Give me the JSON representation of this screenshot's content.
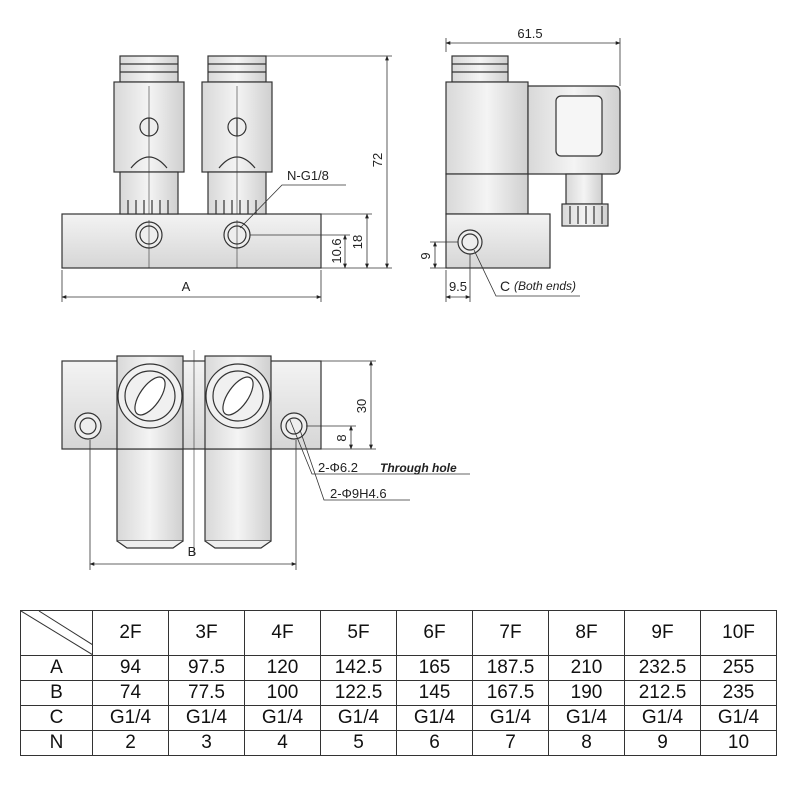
{
  "top_view_labels": {
    "dim_a": "A",
    "dim_72": "72",
    "dim_18": "18",
    "dim_10_6": "10.6",
    "port_n": "N-G1/8"
  },
  "side_view_labels": {
    "dim_61_5": "61.5",
    "dim_9": "9",
    "dim_9_5": "9.5",
    "port_c": "C",
    "port_c_note": "(Both ends)"
  },
  "front_view_labels": {
    "dim_b": "B",
    "dim_30": "30",
    "dim_8": "8",
    "through_hole_size": "2-Φ6.2",
    "through_hole_note": "Through hole",
    "counterbore": "2-Φ9H4.6"
  },
  "table": {
    "columns": [
      "2F",
      "3F",
      "4F",
      "5F",
      "6F",
      "7F",
      "8F",
      "9F",
      "10F"
    ],
    "rows": [
      {
        "label": "A",
        "values": [
          "94",
          "97.5",
          "120",
          "142.5",
          "165",
          "187.5",
          "210",
          "232.5",
          "255"
        ]
      },
      {
        "label": "B",
        "values": [
          "74",
          "77.5",
          "100",
          "122.5",
          "145",
          "167.5",
          "190",
          "212.5",
          "235"
        ]
      },
      {
        "label": "C",
        "values": [
          "G1/4",
          "G1/4",
          "G1/4",
          "G1/4",
          "G1/4",
          "G1/4",
          "G1/4",
          "G1/4",
          "G1/4"
        ]
      },
      {
        "label": "N",
        "values": [
          "2",
          "3",
          "4",
          "5",
          "6",
          "7",
          "8",
          "9",
          "10"
        ]
      }
    ]
  }
}
